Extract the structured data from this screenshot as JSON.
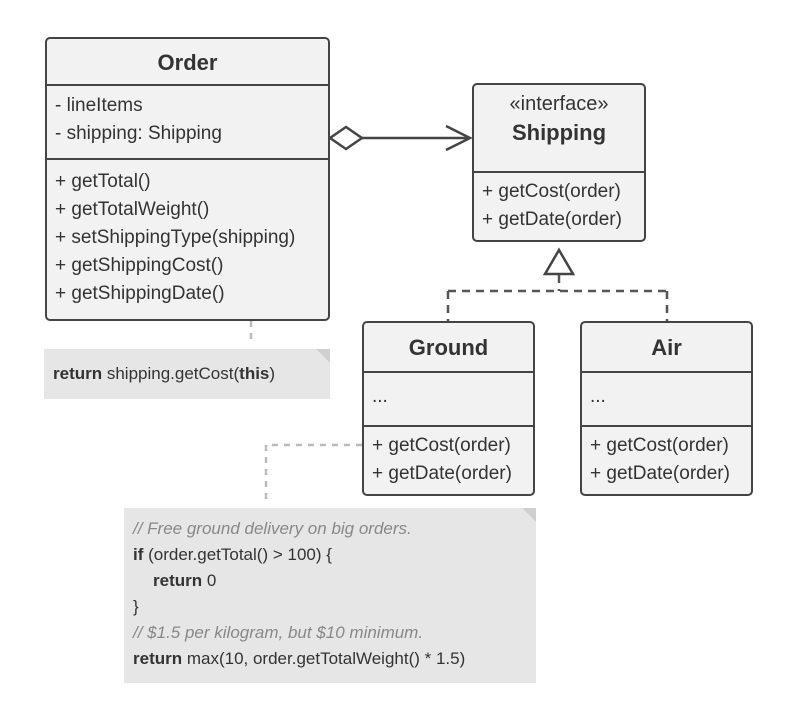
{
  "order": {
    "title": "Order",
    "fields": [
      "- lineItems",
      "- shipping: Shipping"
    ],
    "methods": [
      "+ getTotal()",
      "+ getTotalWeight()",
      "+ setShippingType(shipping)",
      "+ getShippingCost()",
      "+ getShippingDate()"
    ]
  },
  "shipping": {
    "stereotype": "«interface»",
    "title": "Shipping",
    "methods": [
      "+ getCost(order)",
      "+ getDate(order)"
    ]
  },
  "ground": {
    "title": "Ground",
    "fields": "...",
    "methods": [
      "+ getCost(order)",
      "+ getDate(order)"
    ]
  },
  "air": {
    "title": "Air",
    "fields": "...",
    "methods": [
      "+ getCost(order)",
      "+ getDate(order)"
    ]
  },
  "note_order": {
    "kw_return": "return",
    "call": " shipping.getCost(",
    "kw_this": "this",
    "close": ")"
  },
  "note_ground": {
    "comment1": "// Free ground delivery on big orders.",
    "kw_if": "if",
    "if_rest": " (order.getTotal() > 100) {",
    "kw_return1": "return",
    "return1_rest": " 0",
    "brace": "}",
    "comment2": "// $1.5 per kilogram, but $10 minimum.",
    "kw_return2": "return",
    "return2_rest": " max(10, order.getTotalWeight() * 1.5)"
  },
  "colors": {
    "border": "#444444",
    "box_fill": "#f2f2f2",
    "note_fill": "#e6e6e6",
    "dashed_line": "#bbbbbb",
    "comment_text": "#888888"
  }
}
